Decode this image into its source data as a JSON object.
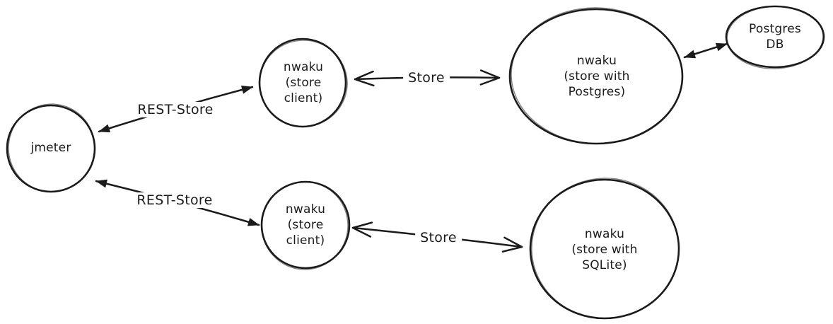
{
  "diagram": {
    "background_color": "#ffffff",
    "stroke_color": "#1b1b1b",
    "nodes": {
      "jmeter": {
        "label": "jmeter"
      },
      "store_client_top": {
        "label": "nwaku\n(store\nclient)"
      },
      "store_postgres": {
        "label": "nwaku\n(store with\nPostgres)"
      },
      "postgres_db": {
        "label": "Postgres\nDB"
      },
      "store_client_bottom": {
        "label": "nwaku\n(store\nclient)"
      },
      "store_sqlite": {
        "label": "nwaku\n(store with\nSQLite)"
      }
    },
    "edges": {
      "rest_store_top": {
        "label": "REST-Store"
      },
      "store_top": {
        "label": "Store"
      },
      "rest_store_bottom": {
        "label": "REST-Store"
      },
      "store_bottom": {
        "label": "Store"
      }
    }
  }
}
